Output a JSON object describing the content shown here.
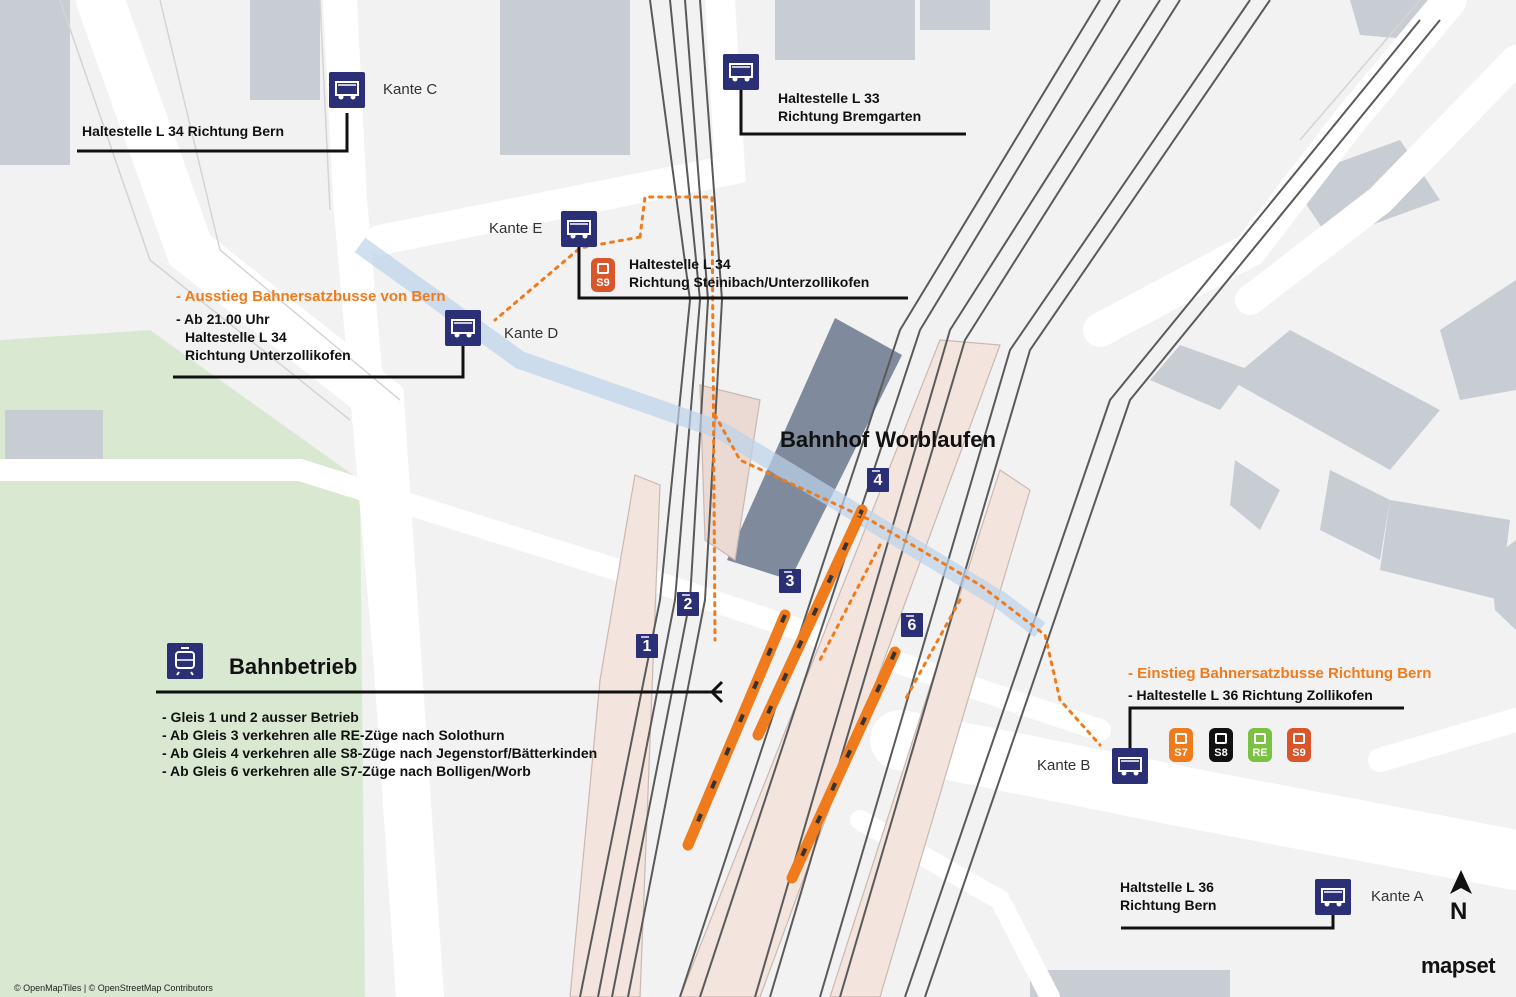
{
  "station_title": "Bahnhof Worblaufen",
  "stops": {
    "kante_c": {
      "kante": "Kante C",
      "title": "Haltestelle L 34 Richtung Bern"
    },
    "l33": {
      "line1": "Haltestelle L 33",
      "line2": "Richtung Bremgarten"
    },
    "kante_e": {
      "kante": "Kante E",
      "line1": "Haltestelle L 34",
      "line2": "Richtung Steinibach/Unterzollikofen",
      "badge": "S9"
    },
    "kante_d": {
      "kante": "Kante D",
      "note_orange": "- Ausstieg Bahnersatzbusse von Bern",
      "line1": "- Ab 21.00 Uhr",
      "line2": "Haltestelle L 34",
      "line3": "Richtung Unterzollikofen"
    },
    "kante_b": {
      "kante": "Kante B",
      "note_orange": "- Einstieg Bahnersatzbusse Richtung Bern",
      "line1": "- Haltestelle L 36  Richtung Zollikofen"
    },
    "kante_a": {
      "kante": "Kante A",
      "line1": "Haltstelle L 36",
      "line2": "Richtung Bern"
    }
  },
  "line_badges": [
    {
      "label": "S7",
      "color": "#f07b1c"
    },
    {
      "label": "S8",
      "color": "#111111"
    },
    {
      "label": "RE",
      "color": "#7cc242"
    },
    {
      "label": "S9",
      "color": "#d9552a"
    }
  ],
  "tracks": [
    "1",
    "2",
    "3",
    "4",
    "6"
  ],
  "bahnbetrieb": {
    "title": "Bahnbetrieb",
    "items": [
      "- Gleis 1 und 2 ausser Betrieb",
      "- Ab Gleis 3 verkehren alle RE-Züge nach Solothurn",
      "- Ab Gleis 4 verkehren alle S8-Züge nach Jegenstorf/Bätterkinden",
      "- Ab Gleis 6 verkehren alle S7-Züge nach Bolligen/Worb"
    ]
  },
  "north_label": "N",
  "copyright": "© OpenMapTiles | © OpenStreetMap Contributors",
  "logo": "mapset",
  "colors": {
    "accent_orange": "#f07b1c",
    "icon_navy": "#2a2f76",
    "park_green": "#d9e9d1"
  }
}
